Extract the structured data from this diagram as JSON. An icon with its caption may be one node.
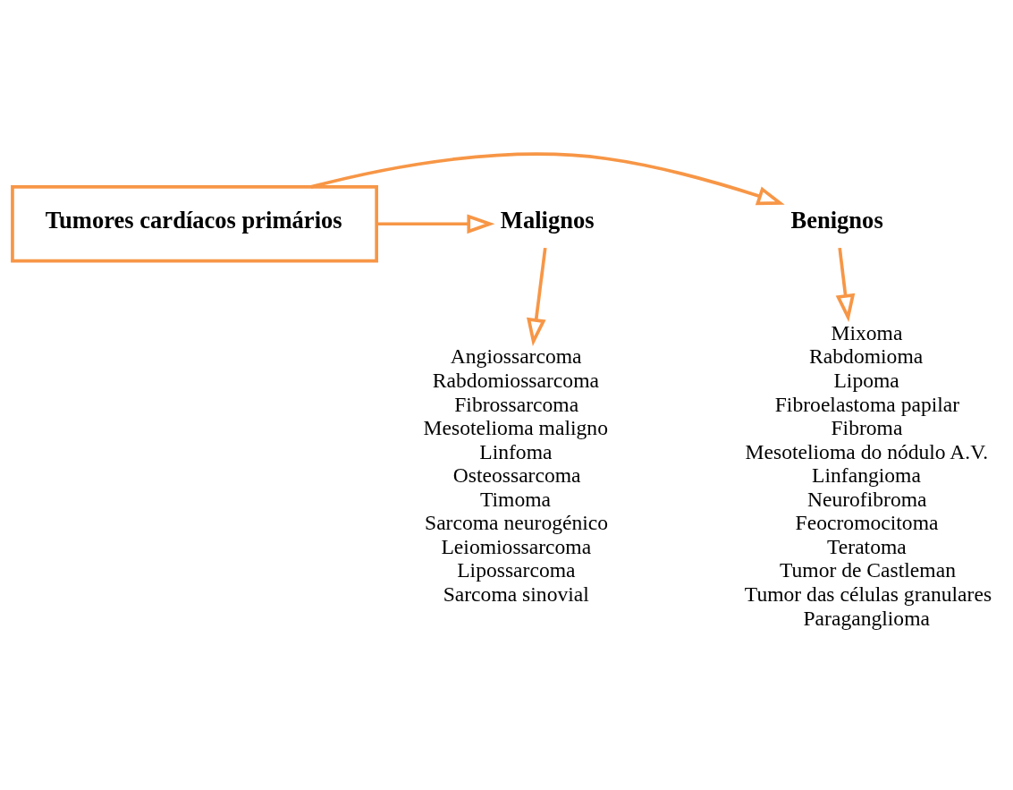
{
  "diagram": {
    "nodes": [
      {
        "text": [
          "Tumores cardíacos primários"
        ]
      },
      {
        "text": [
          "Benignos"
        ]
      },
      {
        "text": [
          "Malignos"
        ]
      },
      {
        "text": [
          "Mixoma",
          "Rabdomioma",
          "Lipoma",
          "Fibroelastoma papilar",
          "Fibroma",
          "Mesotelioma do nódulo A.V.",
          "Linfangioma",
          "Neurofibroma",
          "Feocromocitoma",
          "Teratoma",
          "Tumor de Castleman",
          "Tumor das células granulares",
          "Paraganglioma"
        ]
      },
      {
        "text": [
          "Angiossarcoma",
          "Rabdomiossarcoma",
          "Fibrossarcoma",
          "Mesotelioma maligno",
          "Linfoma",
          "Osteossarcoma",
          "Timoma",
          "Sarcoma neurogénico",
          "Leiomiossarcoma",
          "Lipossarcoma",
          "Sarcoma sinovial"
        ]
      }
    ],
    "edges": [
      {
        "from": 0,
        "to": 1,
        "arrow": "to"
      },
      {
        "from": 0,
        "to": 2,
        "arrow": "to"
      },
      {
        "from": 1,
        "to": 3,
        "arrow": "to"
      },
      {
        "from": 2,
        "to": 4,
        "arrow": "to"
      }
    ]
  }
}
